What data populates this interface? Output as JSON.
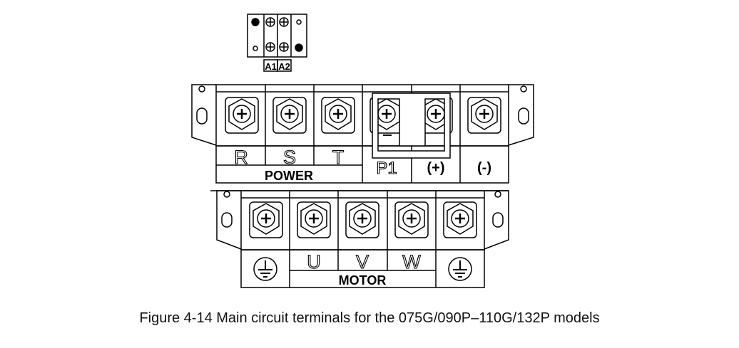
{
  "control_block": {
    "labels": [
      "A1",
      "A2"
    ]
  },
  "power_block": {
    "title": "POWER",
    "terminals": [
      "R",
      "S",
      "T"
    ],
    "dc_terminals": [
      "P1",
      "(+)",
      "(-)"
    ]
  },
  "motor_block": {
    "title": "MOTOR",
    "terminals": [
      "U",
      "V",
      "W"
    ]
  },
  "caption": "Figure 4-14 Main circuit terminals for the 075G/090P–110G/132P models"
}
